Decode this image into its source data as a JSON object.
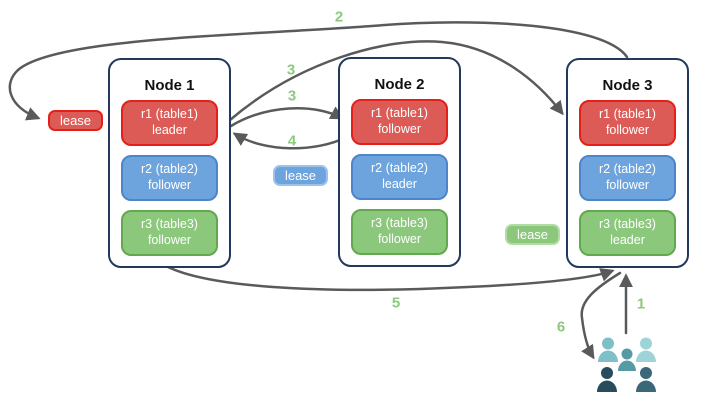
{
  "nodes": [
    {
      "title": "Node 1",
      "replicas": [
        {
          "label": "r1 (table1)",
          "role": "leader",
          "color": "#dc5b56"
        },
        {
          "label": "r2 (table2)",
          "role": "follower",
          "color": "#6da4de"
        },
        {
          "label": "r3 (table3)",
          "role": "follower",
          "color": "#8bc87c"
        }
      ]
    },
    {
      "title": "Node 2",
      "replicas": [
        {
          "label": "r1 (table1)",
          "role": "follower",
          "color": "#dc5b56"
        },
        {
          "label": "r2 (table2)",
          "role": "leader",
          "color": "#6da4de"
        },
        {
          "label": "r3 (table3)",
          "role": "follower",
          "color": "#8bc87c"
        }
      ]
    },
    {
      "title": "Node 3",
      "replicas": [
        {
          "label": "r1 (table1)",
          "role": "follower",
          "color": "#dc5b56"
        },
        {
          "label": "r2 (table2)",
          "role": "follower",
          "color": "#6da4de"
        },
        {
          "label": "r3 (table3)",
          "role": "leader",
          "color": "#8bc87c"
        }
      ]
    }
  ],
  "leases": [
    {
      "label": "lease",
      "color": "#dc5b56"
    },
    {
      "label": "lease",
      "color": "#6da4de"
    },
    {
      "label": "lease",
      "color": "#8bc87c"
    }
  ],
  "steps": {
    "s1": "1",
    "s2": "2",
    "s3a": "3",
    "s3b": "3",
    "s4": "4",
    "s5": "5",
    "s6": "6"
  },
  "colors": {
    "node_border": "#22395c",
    "arrow": "#595a5c",
    "step_label": "#8cc87e",
    "red_fill": "#dc5b56",
    "red_border": "#e32119",
    "blue_fill": "#6da4de",
    "blue_border": "#4d86c8",
    "green_fill": "#8bc87c",
    "green_border": "#62a84e",
    "people": [
      "#7fbfc7",
      "#9ed4d8",
      "#569aa5",
      "#264c5d",
      "#3a6878"
    ]
  }
}
